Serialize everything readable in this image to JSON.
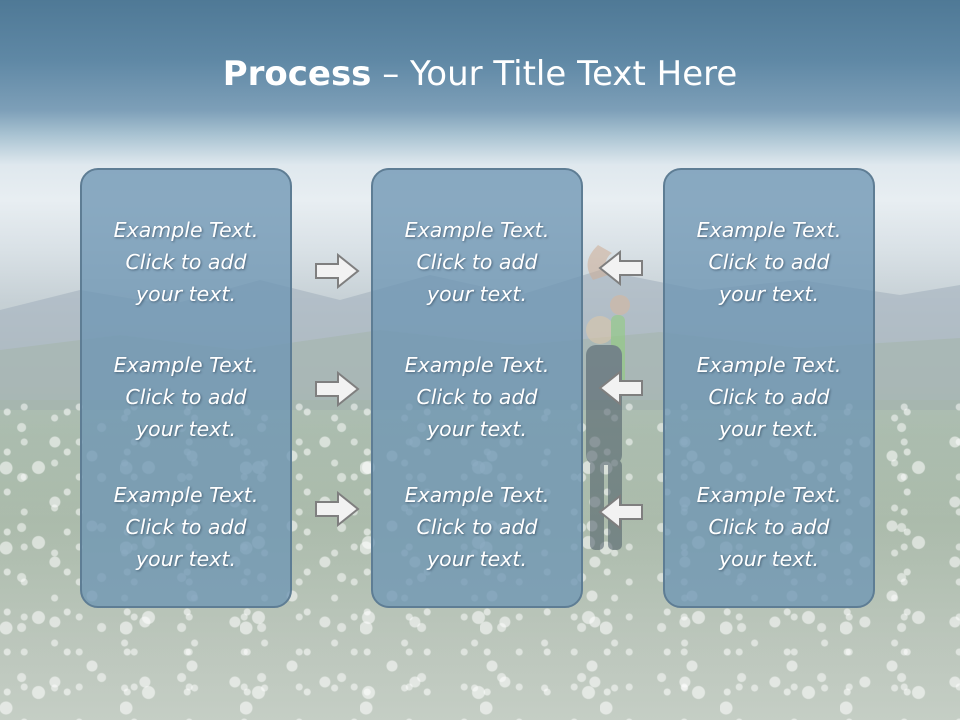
{
  "slide": {
    "title_bold": "Process",
    "title_rest": " – Your Title Text Here"
  },
  "columns": [
    {
      "items": [
        "Example Text.\nClick  to add\nyour text.",
        "Example Text.\nClick  to add\nyour text.",
        "Example Text.\nClick  to add\nyour text."
      ]
    },
    {
      "items": [
        "Example Text.\nClick  to add\nyour text.",
        "Example Text.\nClick  to add\nyour text.",
        "Example Text.\nClick  to add\nyour text."
      ]
    },
    {
      "items": [
        "Example Text.\nClick  to add\nyour text.",
        "Example Text.\nClick  to add\nyour text.",
        "Example Text.\nClick  to add\nyour text."
      ]
    }
  ],
  "colors": {
    "box_fill": "#6e96b4",
    "box_border": "#5e7d94",
    "arrow_fill": "#f2f2f2",
    "arrow_stroke": "#7f7f7f"
  },
  "icons": {
    "left_arrows": "right-arrow-icon",
    "right_arrows": "left-arrow-icon"
  }
}
